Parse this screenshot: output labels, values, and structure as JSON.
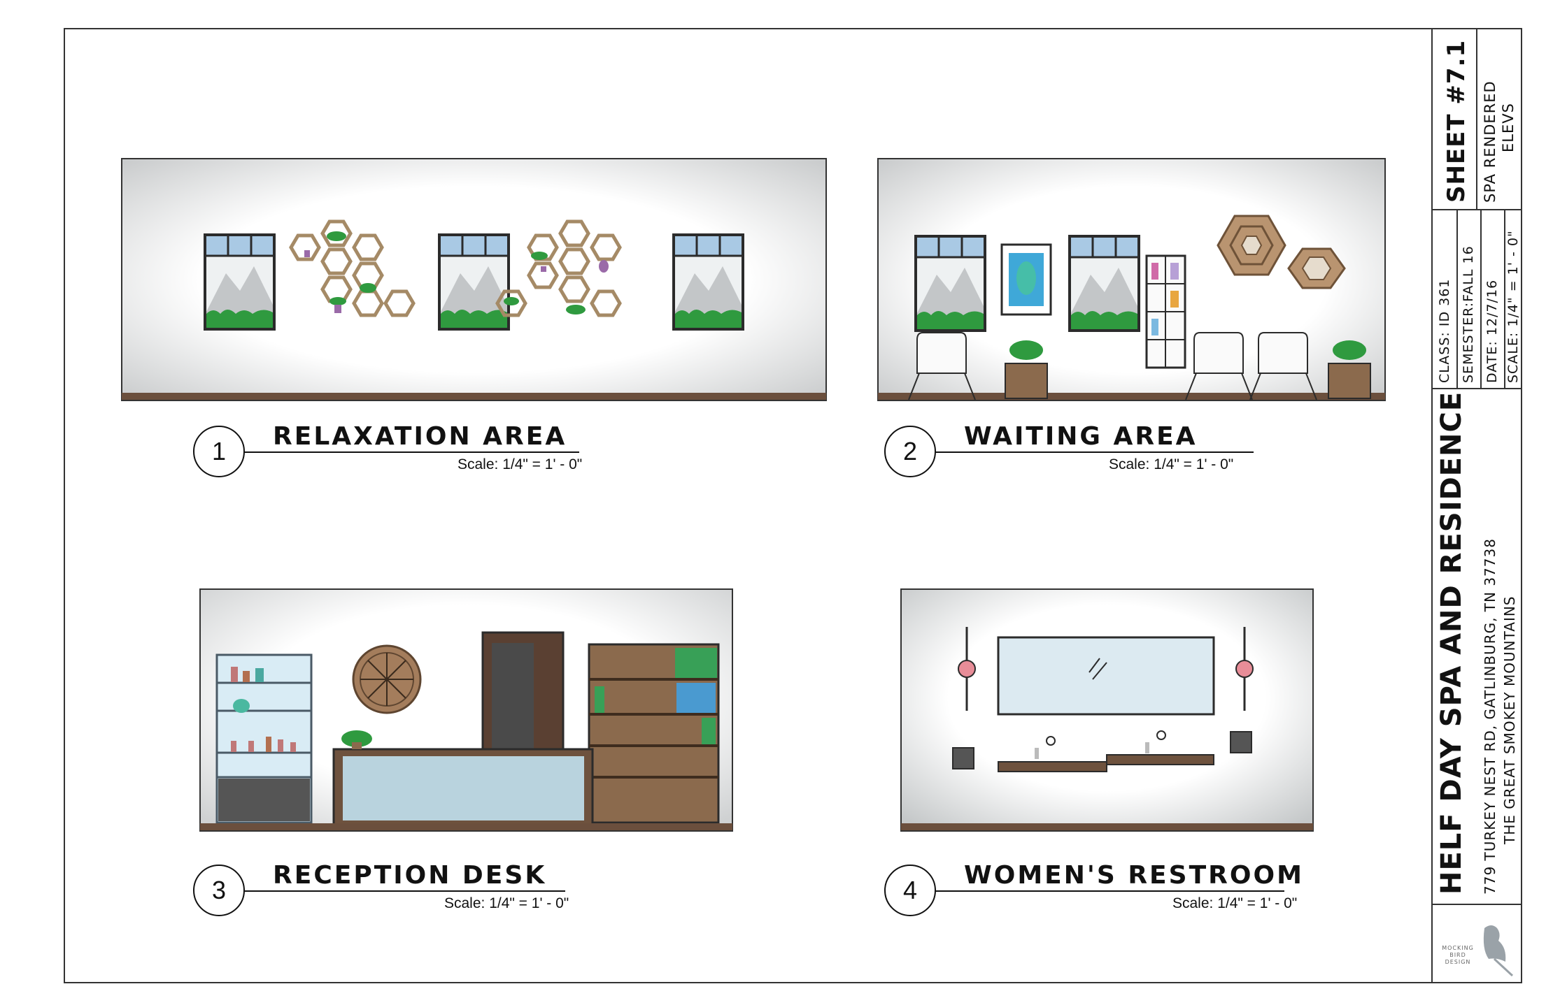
{
  "elevations": [
    {
      "number": "1",
      "title": "RELAXATION AREA",
      "scale": "Scale: 1/4\" = 1' - 0\""
    },
    {
      "number": "2",
      "title": "WAITING AREA",
      "scale": "Scale: 1/4\" = 1' - 0\""
    },
    {
      "number": "3",
      "title": "RECEPTION DESK",
      "scale": "Scale: 1/4\" = 1' - 0\""
    },
    {
      "number": "4",
      "title": "WOMEN'S RESTROOM",
      "scale": "Scale: 1/4\" = 1' - 0\""
    }
  ],
  "title_block": {
    "sheet": "SHEET #7.1",
    "sheet_title_line1": "SPA RENDERED",
    "sheet_title_line2": "ELEVS",
    "class": "CLASS: ID 361",
    "semester": "SEMESTER:FALL 16",
    "date": "DATE: 12/7/16",
    "scale": "SCALE: 1/4\" = 1' - 0\"",
    "project_name": "HELF DAY SPA AND RESIDENCE",
    "address": "779 TURKEY NEST RD, GATLINBURG, TN 37738",
    "location": "THE GREAT SMOKEY MOUNTAINS",
    "logo_text": "MOCKINGBIRD DESIGN"
  },
  "colors": {
    "wall": "#f4f4f2",
    "floor": "#6b4f3d",
    "frame": "#2b2b2b",
    "sky": "#a9c9e4",
    "mountain": "#b8bcbf",
    "foliage": "#2f9a3f",
    "wood": "#8b6a4d",
    "glass": "#b9d3de"
  }
}
